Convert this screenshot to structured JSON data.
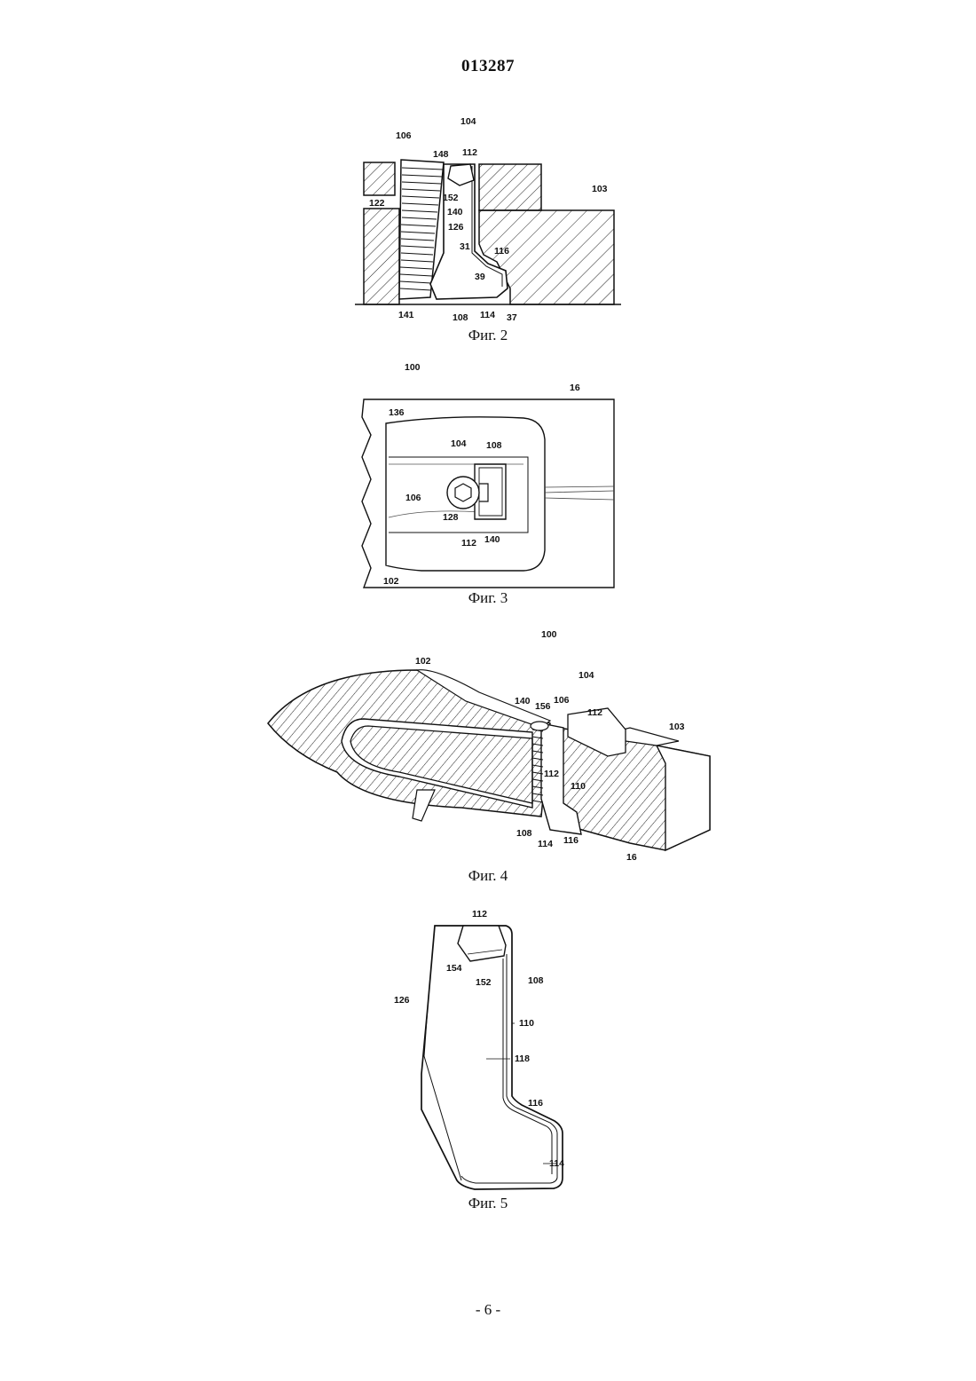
{
  "document": {
    "number": "013287",
    "page": "- 6 -"
  },
  "figures": [
    {
      "id": "fig2",
      "caption": "Фиг. 2",
      "labels": [
        "104",
        "106",
        "148",
        "112",
        "152",
        "140",
        "103",
        "122",
        "126",
        "31",
        "116",
        "39",
        "141",
        "108",
        "114",
        "37"
      ]
    },
    {
      "id": "fig3",
      "caption": "Фиг. 3",
      "labels": [
        "100",
        "16",
        "136",
        "104",
        "108",
        "106",
        "128",
        "112",
        "140",
        "102"
      ]
    },
    {
      "id": "fig4",
      "caption": "Фиг. 4",
      "labels": [
        "100",
        "102",
        "104",
        "140",
        "156",
        "106",
        "112",
        "103",
        "112",
        "110",
        "108",
        "114",
        "116",
        "16"
      ]
    },
    {
      "id": "fig5",
      "caption": "Фиг. 5",
      "labels": [
        "112",
        "154",
        "152",
        "108",
        "126",
        "110",
        "118",
        "116",
        "114"
      ]
    }
  ]
}
